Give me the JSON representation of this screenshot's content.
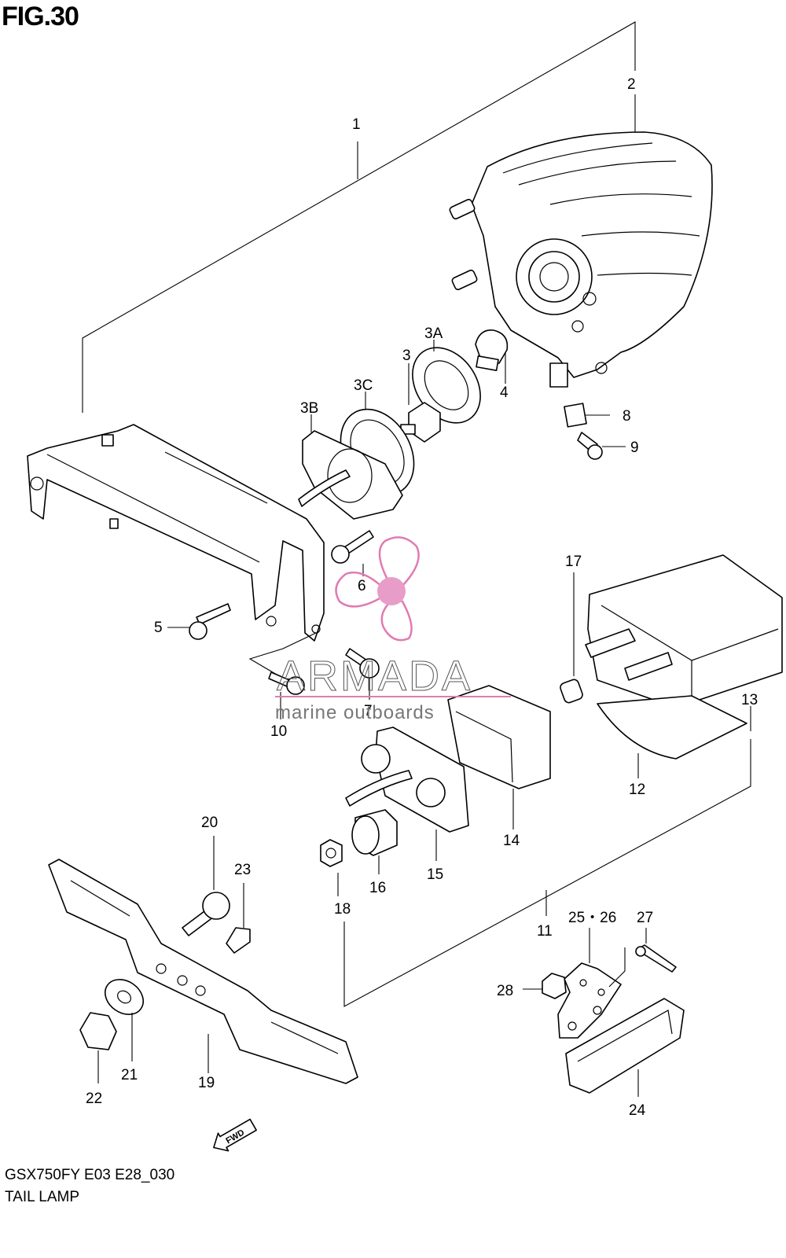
{
  "figure": {
    "title": "FIG.30",
    "model_code": "GSX750FY E03 E28_030",
    "part_name": "TAIL LAMP"
  },
  "watermark": {
    "brand": "ARMADA",
    "tagline": "marine outboards",
    "icon": "propeller-logo-icon",
    "color": "#e07bb2"
  },
  "direction_badge": {
    "label": "FWD",
    "icon": "fwd-arrow-icon"
  },
  "callouts": {
    "c1": "1",
    "c2": "2",
    "c3": "3",
    "c3a": "3A",
    "c3b": "3B",
    "c3c": "3C",
    "c4": "4",
    "c5": "5",
    "c6": "6",
    "c7": "7",
    "c8": "8",
    "c9": "9",
    "c10": "10",
    "c11": "11",
    "c12": "12",
    "c13": "13",
    "c14": "14",
    "c15": "15",
    "c16": "16",
    "c17": "17",
    "c18": "18",
    "c19": "19",
    "c20": "20",
    "c21": "21",
    "c22": "22",
    "c23": "23",
    "c24": "24",
    "c25_26": "25・26",
    "c27": "27",
    "c28": "28"
  }
}
